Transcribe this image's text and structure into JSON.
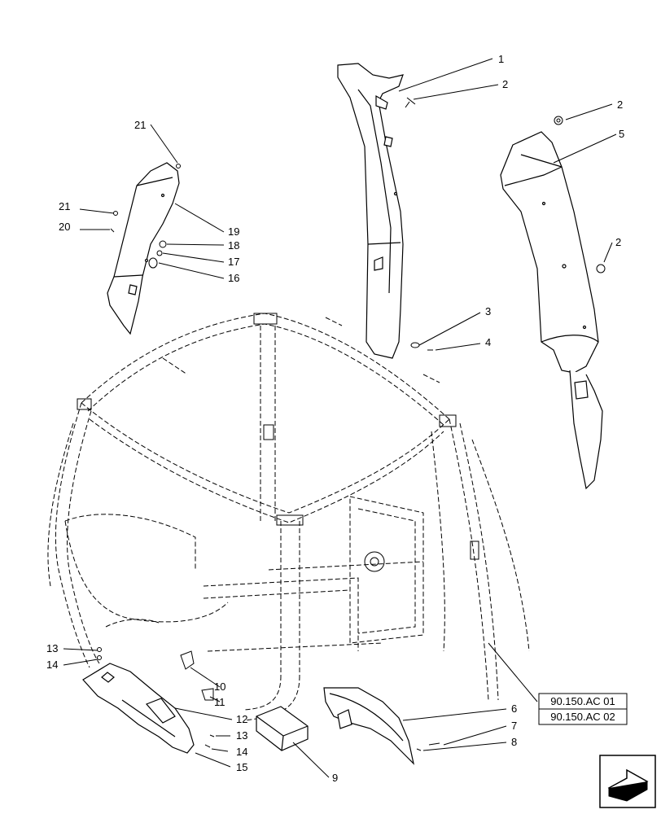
{
  "diagram": {
    "callouts": [
      {
        "id": "c1",
        "label": "1"
      },
      {
        "id": "c2a",
        "label": "2"
      },
      {
        "id": "c2b",
        "label": "2"
      },
      {
        "id": "c5",
        "label": "5"
      },
      {
        "id": "c2c",
        "label": "2"
      },
      {
        "id": "c3",
        "label": "3"
      },
      {
        "id": "c4",
        "label": "4"
      },
      {
        "id": "c21a",
        "label": "21"
      },
      {
        "id": "c21b",
        "label": "21"
      },
      {
        "id": "c20",
        "label": "20"
      },
      {
        "id": "c19",
        "label": "19"
      },
      {
        "id": "c18",
        "label": "18"
      },
      {
        "id": "c17",
        "label": "17"
      },
      {
        "id": "c16",
        "label": "16"
      },
      {
        "id": "c13a",
        "label": "13"
      },
      {
        "id": "c14a",
        "label": "14"
      },
      {
        "id": "c10",
        "label": "10"
      },
      {
        "id": "c11",
        "label": "11"
      },
      {
        "id": "c12",
        "label": "12"
      },
      {
        "id": "c13b",
        "label": "13"
      },
      {
        "id": "c14b",
        "label": "14"
      },
      {
        "id": "c15",
        "label": "15"
      },
      {
        "id": "c9",
        "label": "9"
      },
      {
        "id": "c6",
        "label": "6"
      },
      {
        "id": "c7",
        "label": "7"
      },
      {
        "id": "c8",
        "label": "8"
      }
    ],
    "references": [
      "90.150.AC 01",
      "90.150.AC 02"
    ],
    "nav_icon": "next-page-arrow-icon"
  }
}
